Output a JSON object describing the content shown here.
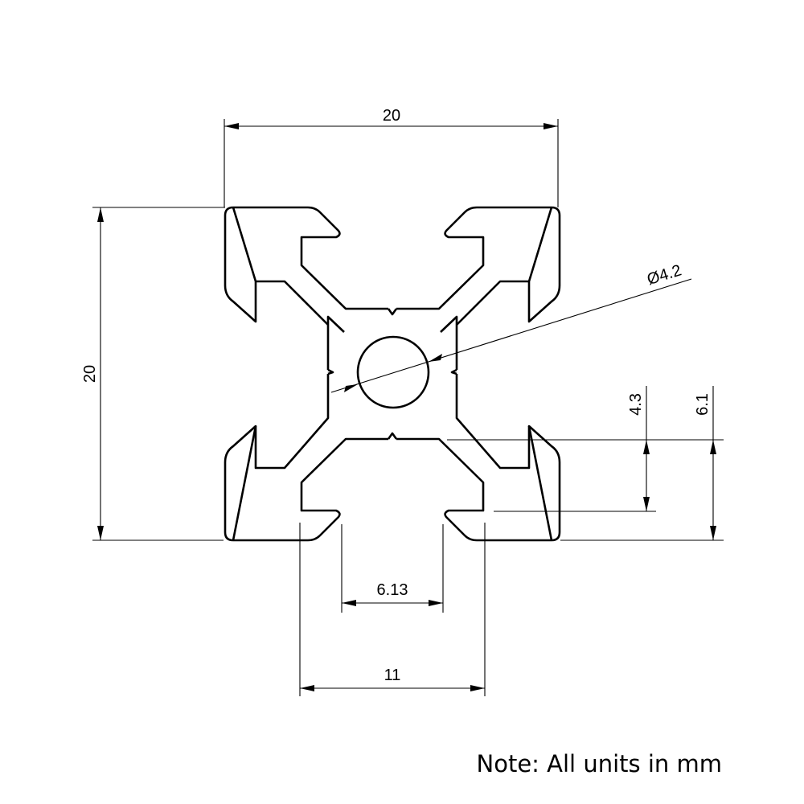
{
  "dimensions": {
    "overall_width": "20",
    "overall_height": "20",
    "center_bore": "Ø4.2",
    "slot_depth": "4.3",
    "slot_offset": "6.1",
    "slot_opening": "6.13",
    "slot_inner_width": "11"
  },
  "note": "Note: All units in mm"
}
